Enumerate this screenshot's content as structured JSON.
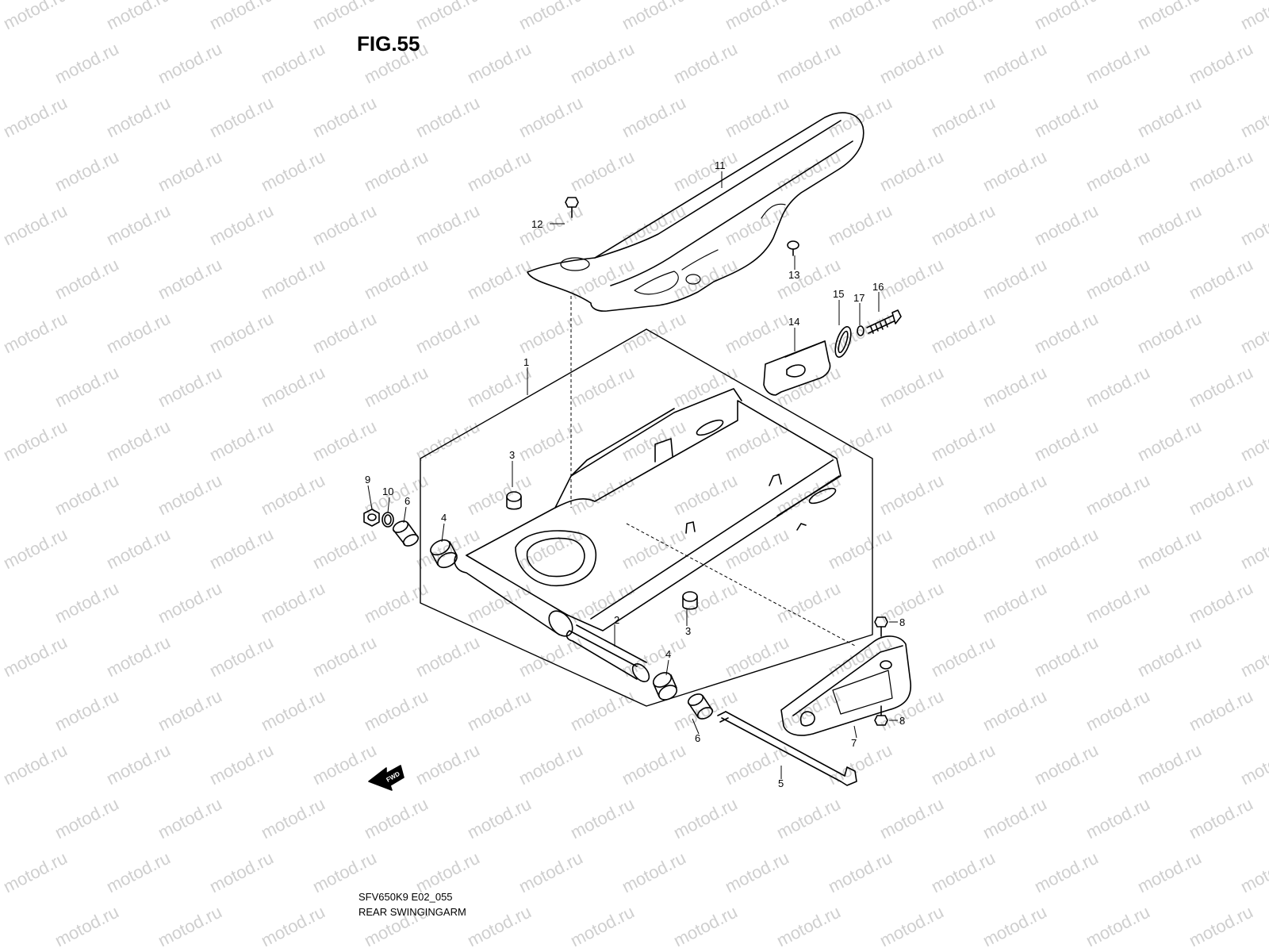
{
  "watermark": "motod.ru",
  "figure": {
    "title": "FIG.55",
    "model_code": "SFV650K9 E02_055",
    "caption": "REAR SWINGINGARM",
    "fwd_arrow_label": "FWD"
  },
  "callouts": {
    "c1": "1",
    "c2": "2",
    "c3a": "3",
    "c3b": "3",
    "c4a": "4",
    "c4b": "4",
    "c5": "5",
    "c6a": "6",
    "c6b": "6",
    "c7": "7",
    "c8a": "8",
    "c8b": "8",
    "c9": "9",
    "c10": "10",
    "c11": "11",
    "c12": "12",
    "c13": "13",
    "c14": "14",
    "c15": "15",
    "c16": "16",
    "c17": "17"
  }
}
